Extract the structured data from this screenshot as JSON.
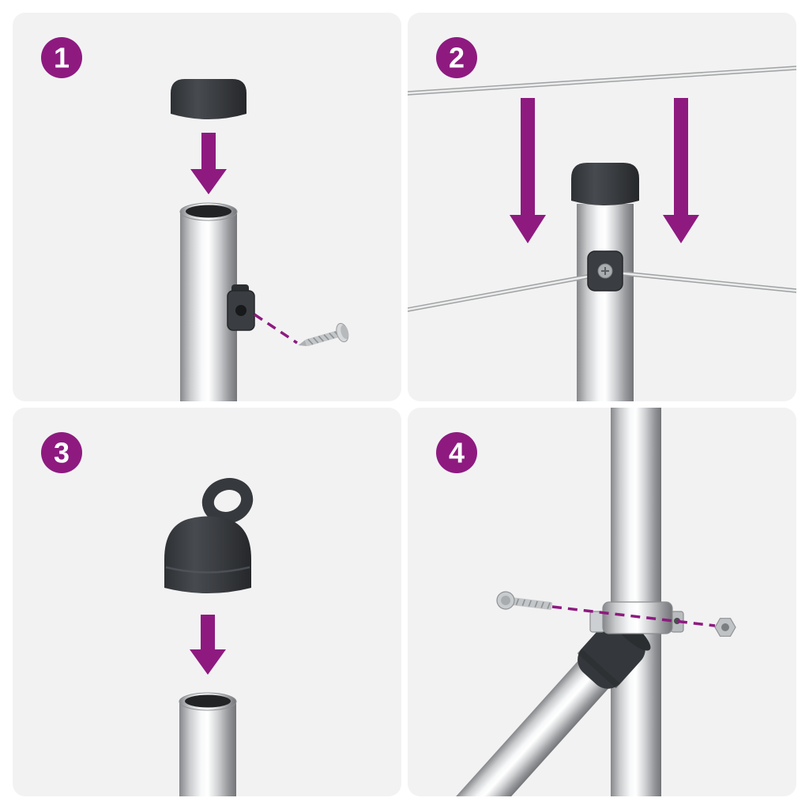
{
  "colors": {
    "accent": "#8E1A80",
    "panel_background": "#F2F2F3",
    "page_background": "#FFFFFF",
    "cap_dark": "#3A3D41"
  },
  "steps": [
    {
      "number": "1"
    },
    {
      "number": "2"
    },
    {
      "number": "3"
    },
    {
      "number": "4"
    }
  ]
}
